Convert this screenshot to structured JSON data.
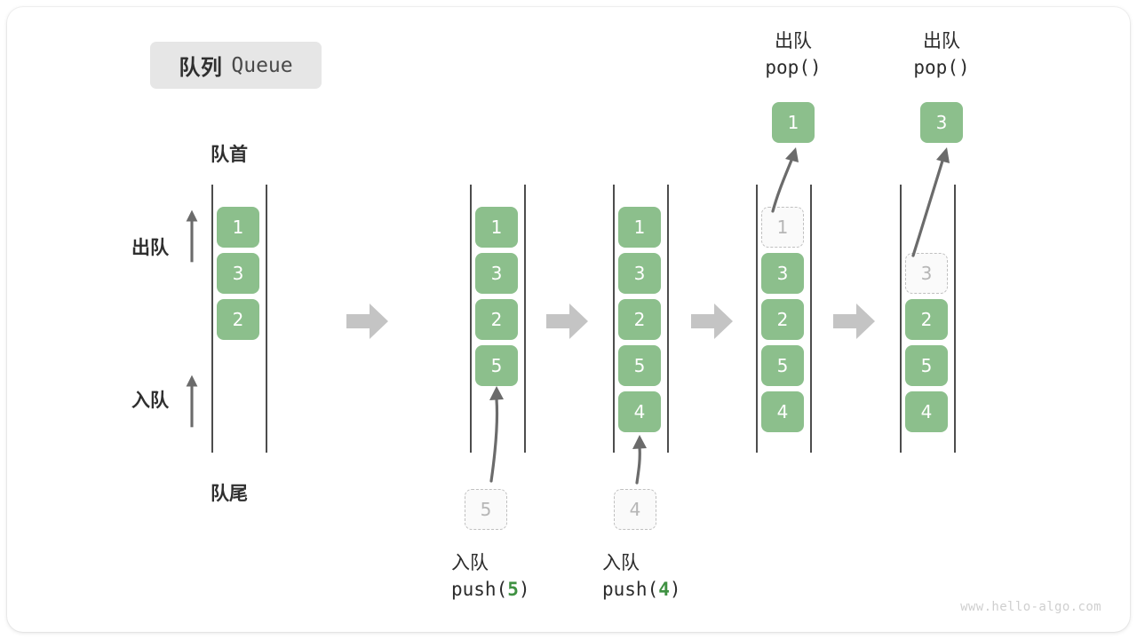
{
  "title": {
    "cn": "队列",
    "en": "Queue"
  },
  "labels": {
    "head": "队首",
    "tail": "队尾",
    "dequeue": "出队",
    "enqueue": "入队"
  },
  "colors": {
    "cell_fill": "#8cbf8c",
    "cell_text": "#ffffff",
    "ghost_fill": "#fafafa",
    "ghost_border": "#c0c0c0",
    "ghost_text": "#b6b6b6",
    "rail": "#4d4d4d",
    "arrow": "#6b6b6b",
    "separator": "#c4c4c4",
    "badge_bg": "#e6e6e6",
    "accent_green": "#3f9142",
    "text": "#2b2b2b",
    "watermark": "#cfcfcf"
  },
  "icons": {
    "separator": "block-arrow-right-icon",
    "up_arrow": "arrow-up-icon",
    "push_arrow": "curved-arrow-up-icon",
    "pop_arrow": "curved-arrow-up-right-icon"
  },
  "panels": [
    {
      "id": "initial",
      "cells": [
        {
          "value": "1",
          "state": "filled"
        },
        {
          "value": "3",
          "state": "filled"
        },
        {
          "value": "2",
          "state": "filled"
        }
      ]
    },
    {
      "id": "after-push-5",
      "cells": [
        {
          "value": "1",
          "state": "filled"
        },
        {
          "value": "3",
          "state": "filled"
        },
        {
          "value": "2",
          "state": "filled"
        },
        {
          "value": "5",
          "state": "filled"
        }
      ],
      "incoming": {
        "value": "5",
        "state": "ghost"
      },
      "caption": {
        "cn": "入队",
        "fn": "push(",
        "num": "5",
        "fn_close": ")"
      }
    },
    {
      "id": "after-push-4",
      "cells": [
        {
          "value": "1",
          "state": "filled"
        },
        {
          "value": "3",
          "state": "filled"
        },
        {
          "value": "2",
          "state": "filled"
        },
        {
          "value": "5",
          "state": "filled"
        },
        {
          "value": "4",
          "state": "filled"
        }
      ],
      "incoming": {
        "value": "4",
        "state": "ghost"
      },
      "caption": {
        "cn": "入队",
        "fn": "push(",
        "num": "4",
        "fn_close": ")"
      }
    },
    {
      "id": "after-pop-1",
      "cells": [
        {
          "value": "1",
          "state": "ghost"
        },
        {
          "value": "3",
          "state": "filled"
        },
        {
          "value": "2",
          "state": "filled"
        },
        {
          "value": "5",
          "state": "filled"
        },
        {
          "value": "4",
          "state": "filled"
        }
      ],
      "popped": {
        "value": "1",
        "state": "filled"
      },
      "caption": {
        "cn": "出队",
        "fn": "pop()"
      }
    },
    {
      "id": "after-pop-3",
      "cells": [
        {
          "value": "",
          "state": "empty"
        },
        {
          "value": "3",
          "state": "ghost"
        },
        {
          "value": "2",
          "state": "filled"
        },
        {
          "value": "5",
          "state": "filled"
        },
        {
          "value": "4",
          "state": "filled"
        }
      ],
      "popped": {
        "value": "3",
        "state": "filled"
      },
      "caption": {
        "cn": "出队",
        "fn": "pop()"
      }
    }
  ],
  "watermark": "www.hello-algo.com"
}
